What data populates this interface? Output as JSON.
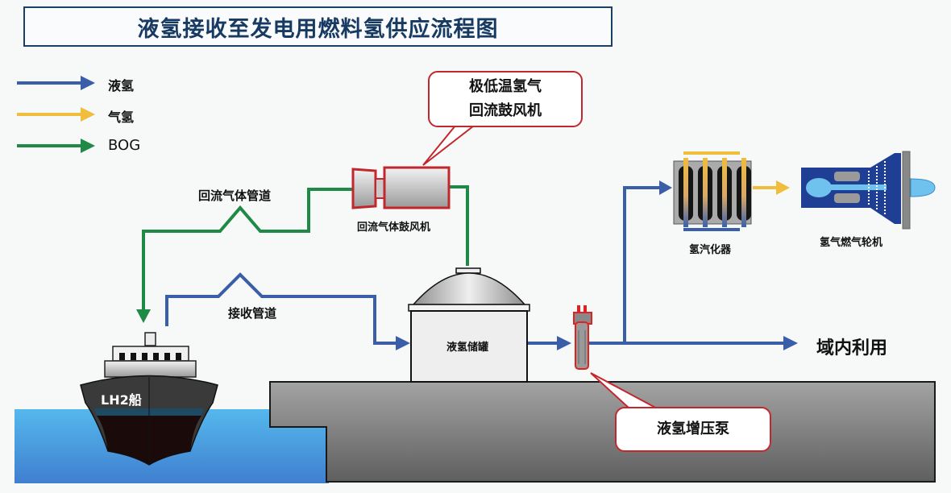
{
  "title": "液氢接收至发电用燃料氢供应流程图",
  "legend": [
    {
      "label": "液氢",
      "color": "#3a5fa8"
    },
    {
      "label": "气氢",
      "color": "#f0be3c"
    },
    {
      "label": "BOG",
      "color": "#1f8a45"
    }
  ],
  "colors": {
    "liquid_h2": "#3a5fa8",
    "gas_h2": "#f0be3c",
    "bog": "#1f8a45",
    "callout_border": "#c2272d",
    "title_border": "#1c3f66",
    "water": "#4ba6e0"
  },
  "labels": {
    "return_gas_pipe": "回流气体管道",
    "receiving_pipe": "接收管道",
    "return_gas_blower": "回流气体鼓风机",
    "ship": "LH2船",
    "storage_tank": "液氢储罐",
    "vaporizer": "氢汽化器",
    "gas_turbine": "氢气燃气轮机",
    "local_use": "域内利用"
  },
  "callouts": {
    "blower": {
      "line1": "极低温氢气",
      "line2": "回流鼓风机"
    },
    "pump": {
      "line1": "液氢增压泵"
    }
  }
}
